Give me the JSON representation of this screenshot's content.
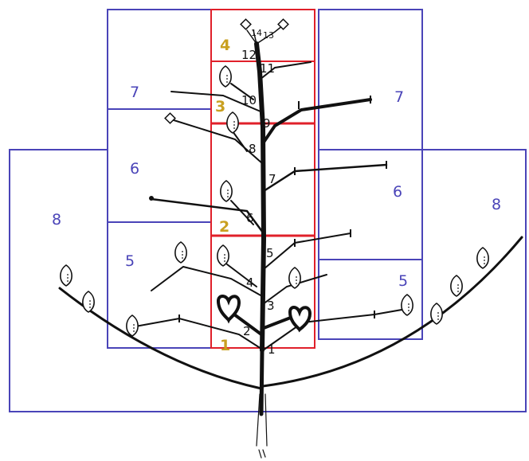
{
  "zone_labels": {
    "left_5": "5",
    "left_6": "6",
    "left_7": "7",
    "left_8": "8",
    "right_5": "5",
    "right_6": "6",
    "right_7": "7",
    "right_8": "8"
  },
  "tier_labels": {
    "t1": "1",
    "t2": "2",
    "t3": "3",
    "t4": "4"
  },
  "node_labels": {
    "n1": "1",
    "n2": "2",
    "n3": "3",
    "n4": "4",
    "n5": "5",
    "n6": "6",
    "n7": "7",
    "n8": "8",
    "n9": "9",
    "n10": "10",
    "n11": "11",
    "n12": "12",
    "n13": "13",
    "n14": "14"
  },
  "colors": {
    "zone_border": "#4a44b8",
    "tier_border": "#e0202a",
    "stem": "#111111",
    "tier_label": "#c9a020"
  }
}
